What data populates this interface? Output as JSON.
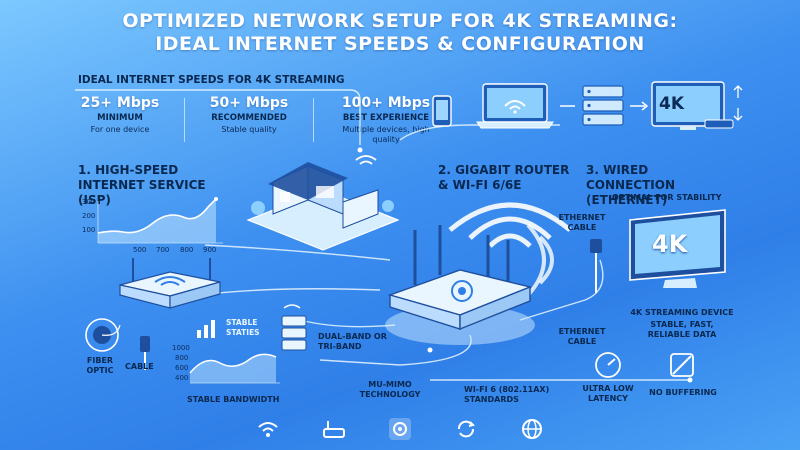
{
  "title": {
    "line1": "Optimized Network Setup for 4K Streaming:",
    "line2": "Ideal Internet Speeds & Configuration"
  },
  "speeds_section": {
    "heading": "Ideal Internet Speeds for 4K Streaming",
    "tiers": [
      {
        "value": "25+ Mbps",
        "tier": "Minimum",
        "desc": "For one device"
      },
      {
        "value": "50+ Mbps",
        "tier": "Recommended",
        "desc": "Stable quality"
      },
      {
        "value": "100+ Mbps",
        "tier": "Best Experience",
        "desc": "Multiple devices, high quality"
      }
    ]
  },
  "top_flow": {
    "tv_label": "4K"
  },
  "step1": {
    "title": "1. High-Speed Internet Service (ISP)",
    "chart_ticks_y": [
      "300",
      "200",
      "100"
    ],
    "chart_ticks_x": [
      "500",
      "700",
      "800",
      "900"
    ]
  },
  "step2": {
    "title": "2. Gigabit Router & Wi-Fi 6/6E"
  },
  "step3": {
    "title": "3. Wired Connection (Ethernet)",
    "subtitle": "Optimal for stability"
  },
  "labels": {
    "ethernet_cable_top": "Ethernet Cable",
    "ethernet_cable_bottom": "Ethernet Cable",
    "fiber_optic": "Fiber Optic",
    "cable": "Cable",
    "stable_statis": "Stable Staties",
    "stable_bandwidth": "Stable Bandwidth",
    "dual_band": "Dual-Band or Tri-Band",
    "mu_mimo": "MU-MIMO Technology",
    "wifi6": "Wi-Fi 6 (802.11ax) Standards",
    "device_title": "4K Streaming Device",
    "device_desc": "Stable, fast, reliable data",
    "ultra_low_latency": "Ultra Low Latency",
    "no_buffering": "No Buffering",
    "big_tv": "4K"
  },
  "bandwidth_chart": {
    "ticks_y": [
      "1000",
      "800",
      "600",
      "400"
    ]
  },
  "colors": {
    "accent": "#ffffff",
    "dark_text": "#08284f",
    "line": "#e8f6ff"
  },
  "icons": [
    "wifi-icon",
    "router-icon",
    "signal-icon",
    "refresh-icon",
    "globe-icon"
  ]
}
